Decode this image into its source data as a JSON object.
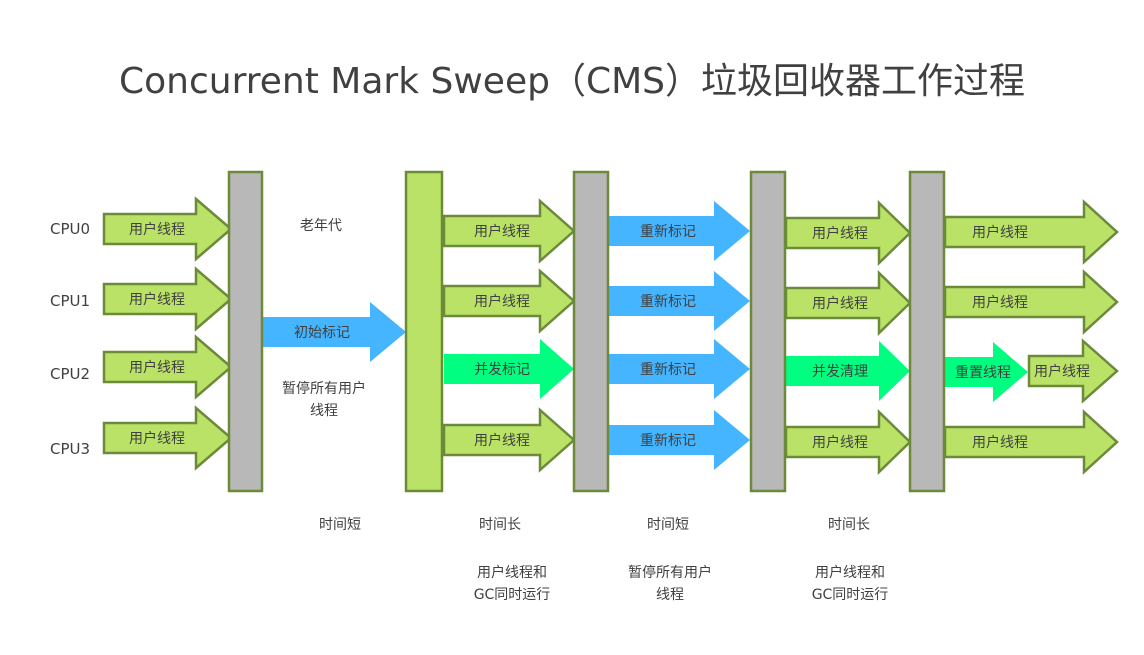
{
  "title": "Concurrent Mark Sweep（CMS）垃圾回收器工作过程",
  "colors": {
    "user_thread": "#b9e267",
    "user_thread_border": "#6b8a3a",
    "stw_phase": "#45b5ff",
    "concurrent_phase": "#00ff80",
    "barrier": "#b8b8b8",
    "text": "#404040"
  },
  "cpus": [
    "CPU0",
    "CPU1",
    "CPU2",
    "CPU3"
  ],
  "old_gen_label": "老年代",
  "stages": [
    {
      "name": "pre",
      "arrows": [
        {
          "label": "用户线程",
          "kind": "user"
        },
        {
          "label": "用户线程",
          "kind": "user"
        },
        {
          "label": "用户线程",
          "kind": "user"
        },
        {
          "label": "用户线程",
          "kind": "user"
        }
      ]
    },
    {
      "name": "initial-mark",
      "arrows": [
        {
          "label": "初始标记",
          "kind": "stw"
        }
      ],
      "duration": "时间短",
      "note": [
        "暂停所有用户",
        "线程"
      ]
    },
    {
      "name": "concurrent-mark",
      "arrows": [
        {
          "label": "用户线程",
          "kind": "user"
        },
        {
          "label": "用户线程",
          "kind": "user"
        },
        {
          "label": "并发标记",
          "kind": "concurrent"
        },
        {
          "label": "用户线程",
          "kind": "user"
        }
      ],
      "duration": "时间长",
      "note": [
        "用户线程和",
        "GC同时运行"
      ]
    },
    {
      "name": "remark",
      "arrows": [
        {
          "label": "重新标记",
          "kind": "stw"
        },
        {
          "label": "重新标记",
          "kind": "stw"
        },
        {
          "label": "重新标记",
          "kind": "stw"
        },
        {
          "label": "重新标记",
          "kind": "stw"
        }
      ],
      "duration": "时间短",
      "note": [
        "暂停所有用户",
        "线程"
      ]
    },
    {
      "name": "concurrent-sweep",
      "arrows": [
        {
          "label": "用户线程",
          "kind": "user"
        },
        {
          "label": "用户线程",
          "kind": "user"
        },
        {
          "label": "并发清理",
          "kind": "concurrent"
        },
        {
          "label": "用户线程",
          "kind": "user"
        }
      ],
      "duration": "时间长",
      "note": [
        "用户线程和",
        "GC同时运行"
      ]
    },
    {
      "name": "reset",
      "arrows": [
        {
          "label": "用户线程",
          "kind": "user"
        },
        {
          "label": "用户线程",
          "kind": "user"
        },
        {
          "label": "重置线程",
          "kind": "concurrent"
        },
        {
          "label": "用户线程",
          "kind": "user"
        },
        {
          "label": "用户线程",
          "kind": "user"
        }
      ]
    }
  ]
}
